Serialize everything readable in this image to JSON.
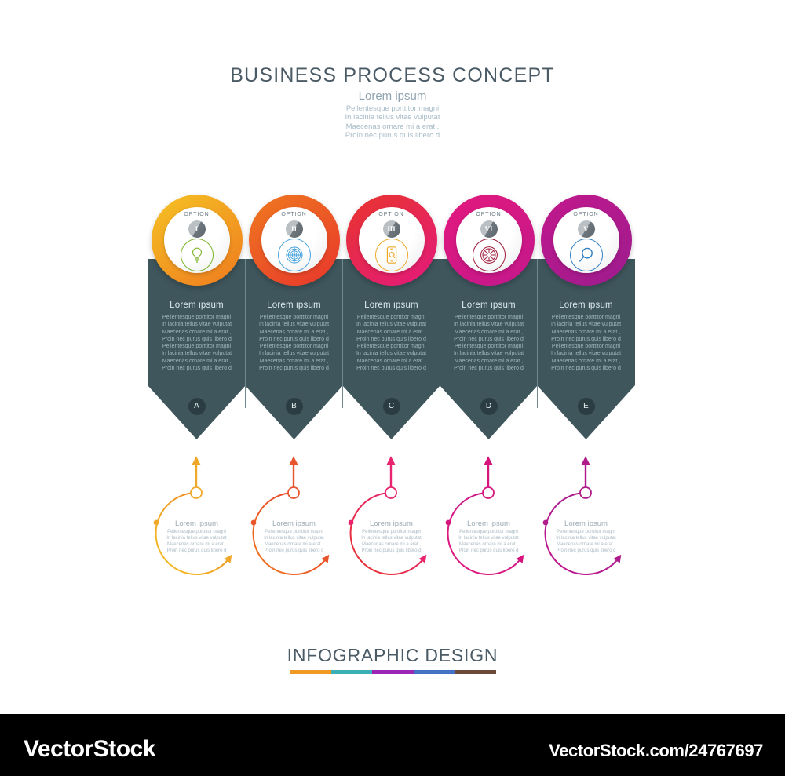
{
  "header": {
    "title": "BUSINESS PROCESS CONCEPT",
    "subtitle": "Lorem ipsum",
    "body": "Pellentesque porttitor magni\nIn lacinia tellus vitae vulputat\nMaecenas ornare mi a erat ,\nProin nec purus quis libero d"
  },
  "footer": {
    "title": "INFOGRAPHIC DESIGN",
    "bar_colors": [
      "#f09a24",
      "#3aafb5",
      "#9b26b6",
      "#4472c4",
      "#6b4a3a"
    ]
  },
  "watermark": {
    "logo": "VectorStock",
    "url": "VectorStock.com/24767697"
  },
  "panel_color": "#3e565c",
  "options": [
    {
      "option_label": "OPTION",
      "numeral": "I",
      "letter": "A",
      "icon": "lightbulb-icon",
      "icon_color": "#7db32a",
      "ring_from": "#f5c324",
      "ring_to": "#ef7a1f",
      "accent": "#f0a829",
      "panel_title": "Lorem ipsum",
      "panel_body": "Pellentesque porttitor magni\nIn lacinia tellus vitae vulputat\nMaecenas ornare mi a erat ,\nProin nec purus quis libero d\nPellentesque porttitor magni\nIn lacinia tellus vitae vulputat\nMaecenas ornare mi a erat ,\nProin nec purus quis libero d",
      "arc_title": "Lorem ipsum",
      "arc_body": "Pellentesque porttitor magni\nIn lacinia tellus vitae vulputat\nMaecenas ornare mi a erat ,\nProin nec purus quis libero d"
    },
    {
      "option_label": "OPTION",
      "numeral": "II",
      "letter": "B",
      "icon": "target-radar-icon",
      "icon_color": "#4aa3dd",
      "ring_from": "#ef7a1f",
      "ring_to": "#e8352c",
      "accent": "#e8552c",
      "panel_title": "Lorem ipsum",
      "panel_body": "Pellentesque porttitor magni\nIn lacinia tellus vitae vulputat\nMaecenas ornare mi a erat ,\nProin nec purus quis libero d\nPellentesque porttitor magni\nIn lacinia tellus vitae vulputat\nMaecenas ornare mi a erat ,\nProin nec purus quis libero d",
      "arc_title": "Lorem ipsum",
      "arc_body": "Pellentesque porttitor magni\nIn lacinia tellus vitae vulputat\nMaecenas ornare mi a erat ,\nProin nec purus quis libero d"
    },
    {
      "option_label": "OPTION",
      "numeral": "III",
      "letter": "C",
      "icon": "smartphone-search-icon",
      "icon_color": "#f0a829",
      "ring_from": "#e8352c",
      "ring_to": "#e3197d",
      "accent": "#e8246e",
      "panel_title": "Lorem ipsum",
      "panel_body": "Pellentesque porttitor magni\nIn lacinia tellus vitae vulputat\nMaecenas ornare mi a erat ,\nProin nec purus quis libero d\nPellentesque porttitor magni\nIn lacinia tellus vitae vulputat\nMaecenas ornare mi a erat ,\nProin nec purus quis libero d",
      "arc_title": "Lorem ipsum",
      "arc_body": "Pellentesque porttitor magni\nIn lacinia tellus vitae vulputat\nMaecenas ornare mi a erat ,\nProin nec purus quis libero d"
    },
    {
      "option_label": "OPTION",
      "numeral": "VI",
      "letter": "D",
      "icon": "gear-icon",
      "icon_color": "#9e1b3c",
      "ring_from": "#e3197d",
      "ring_to": "#c2188c",
      "accent": "#d6147e",
      "panel_title": "Lorem ipsum",
      "panel_body": "Pellentesque porttitor magni\nIn lacinia tellus vitae vulputat\nMaecenas ornare mi a erat ,\nProin nec purus quis libero d\nPellentesque porttitor magni\nIn lacinia tellus vitae vulputat\nMaecenas ornare mi a erat ,\nProin nec purus quis libero d",
      "arc_title": "Lorem ipsum",
      "arc_body": "Pellentesque porttitor magni\nIn lacinia tellus vitae vulputat\nMaecenas ornare mi a erat ,\nProin nec purus quis libero d"
    },
    {
      "option_label": "OPTION",
      "numeral": "V",
      "letter": "E",
      "icon": "magnifier-icon",
      "icon_color": "#2f7fc4",
      "ring_from": "#c2188c",
      "ring_to": "#9c1c8e",
      "accent": "#b01a8a",
      "panel_title": "Lorem ipsum",
      "panel_body": "Pellentesque porttitor magni\nIn lacinia tellus vitae vulputat\nMaecenas ornare mi a erat ,\nProin nec purus quis libero d\nPellentesque porttitor magni\nIn lacinia tellus vitae vulputat\nMaecenas ornare mi a erat ,\nProin nec purus quis libero d",
      "arc_title": "Lorem ipsum",
      "arc_body": "Pellentesque porttitor magni\nIn lacinia tellus vitae vulputat\nMaecenas ornare mi a erat ,\nProin nec purus quis libero d"
    }
  ]
}
